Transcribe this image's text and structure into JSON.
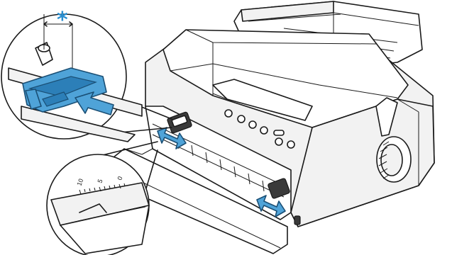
{
  "callout_marker": "*",
  "scale_labels": {
    "left": "10",
    "middle": "5",
    "right": "0"
  },
  "colors": {
    "accent": "#4fa3d8",
    "accent_dark": "#2c7fb8",
    "marker": "#2a8fd0",
    "line": "#1a1a1a",
    "body": "#f2f2f2"
  },
  "icons": {
    "push_arrow": "arrow-right-icon",
    "slide_arrow": "double-arrow-icon"
  }
}
